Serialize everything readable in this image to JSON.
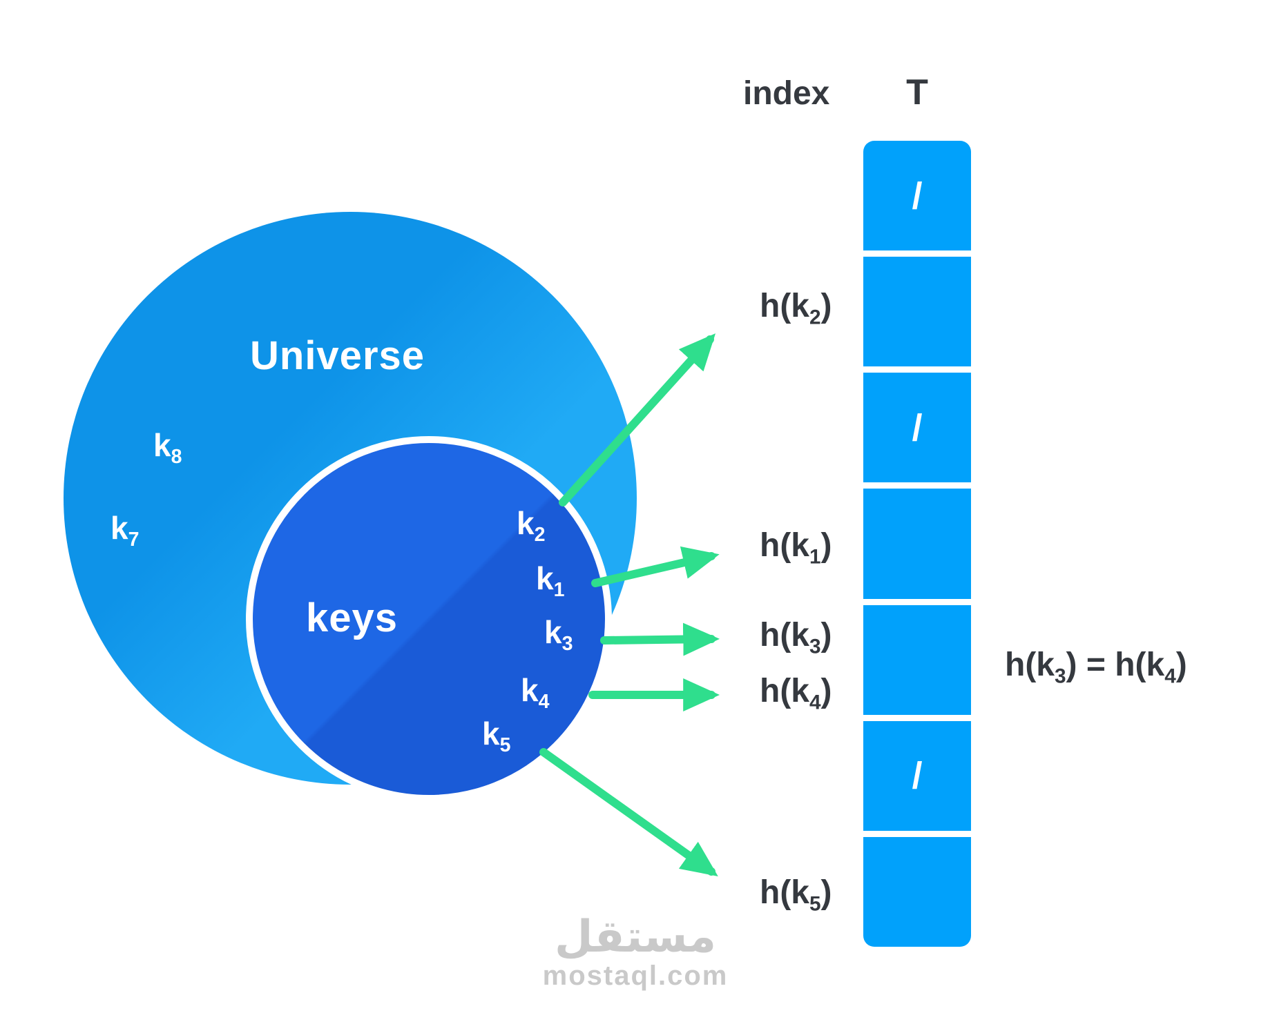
{
  "universe": {
    "label": "Universe",
    "outside_keys": [
      {
        "base": "k",
        "sub": "8"
      },
      {
        "base": "k",
        "sub": "7"
      }
    ]
  },
  "keys_set": {
    "label": "keys",
    "members": [
      {
        "base": "k",
        "sub": "2"
      },
      {
        "base": "k",
        "sub": "1"
      },
      {
        "base": "k",
        "sub": "3"
      },
      {
        "base": "k",
        "sub": "4"
      },
      {
        "base": "k",
        "sub": "5"
      }
    ]
  },
  "hash_labels": [
    {
      "prefix": "h(k",
      "sub": "2",
      "suffix": ")"
    },
    {
      "prefix": "h(k",
      "sub": "1",
      "suffix": ")"
    },
    {
      "prefix": "h(k",
      "sub": "3",
      "suffix": ")"
    },
    {
      "prefix": "h(k",
      "sub": "4",
      "suffix": ")"
    },
    {
      "prefix": "h(k",
      "sub": "5",
      "suffix": ")"
    }
  ],
  "collision_note": {
    "p1": "h(k",
    "s1": "3",
    "p2": ") = h(k",
    "s2": "4",
    "p3": ")"
  },
  "table": {
    "index_label": "index",
    "name": "T",
    "slots": [
      {
        "value": "/"
      },
      {
        "value": ""
      },
      {
        "value": "/"
      },
      {
        "value": ""
      },
      {
        "value": ""
      },
      {
        "value": "/"
      },
      {
        "value": ""
      }
    ]
  },
  "watermark": {
    "logo": "مستقل",
    "domain": "mostaql.com"
  },
  "colors": {
    "universe_blue": "#18a0f0",
    "keys_blue": "#1c61dd",
    "table_blue": "#01a1fb",
    "arrow_green": "#2fde8d",
    "text_dark": "#35393f",
    "watermark_gray": "#c9c9c9"
  }
}
